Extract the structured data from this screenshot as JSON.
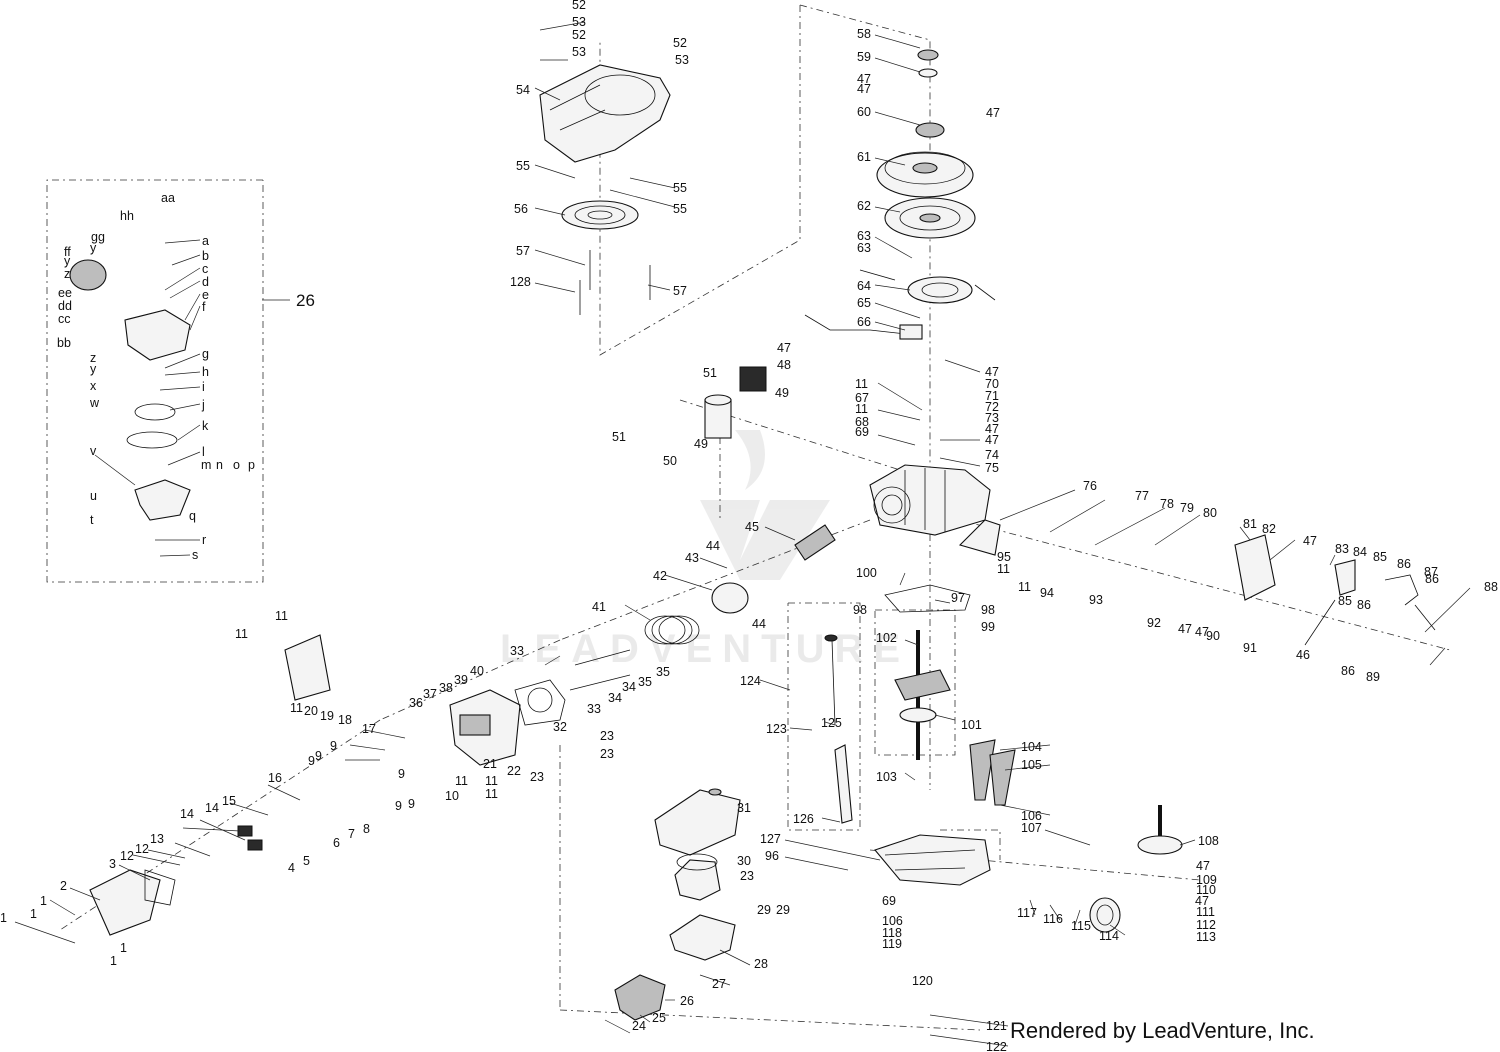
{
  "watermark": "LEADVENTURE",
  "credit": "Rendered by LeadVenture, Inc.",
  "kit_label": "26",
  "callouts": [
    "1",
    "2",
    "3",
    "4",
    "5",
    "6",
    "7",
    "8",
    "9",
    "10",
    "11",
    "12",
    "13",
    "14",
    "15",
    "16",
    "17",
    "18",
    "19",
    "20",
    "21",
    "22",
    "23",
    "24",
    "25",
    "26",
    "27",
    "28",
    "29",
    "30",
    "31",
    "32",
    "33",
    "34",
    "35",
    "36",
    "37",
    "38",
    "39",
    "40",
    "41",
    "42",
    "43",
    "44",
    "45",
    "46",
    "47",
    "48",
    "49",
    "50",
    "51",
    "52",
    "53",
    "54",
    "55",
    "56",
    "57",
    "58",
    "59",
    "60",
    "61",
    "62",
    "63",
    "64",
    "65",
    "66",
    "67",
    "68",
    "69",
    "70",
    "71",
    "72",
    "73",
    "74",
    "75",
    "76",
    "77",
    "78",
    "79",
    "80",
    "81",
    "82",
    "83",
    "84",
    "85",
    "86",
    "87",
    "88",
    "89",
    "90",
    "91",
    "92",
    "93",
    "94",
    "95",
    "96",
    "97",
    "98",
    "99",
    "100",
    "101",
    "102",
    "103",
    "104",
    "105",
    "106",
    "107",
    "108",
    "109",
    "110",
    "111",
    "112",
    "113",
    "114",
    "115",
    "116",
    "117",
    "118",
    "119",
    "120",
    "121",
    "122",
    "123",
    "124",
    "125",
    "126",
    "127",
    "128",
    "a",
    "b",
    "c",
    "d",
    "e",
    "f",
    "g",
    "h",
    "i",
    "j",
    "k",
    "l",
    "m",
    "n",
    "o",
    "p",
    "q",
    "r",
    "s",
    "t",
    "u",
    "v",
    "w",
    "x",
    "y",
    "z",
    "aa",
    "bb",
    "cc",
    "dd",
    "ee",
    "ff",
    "gg",
    "hh"
  ]
}
